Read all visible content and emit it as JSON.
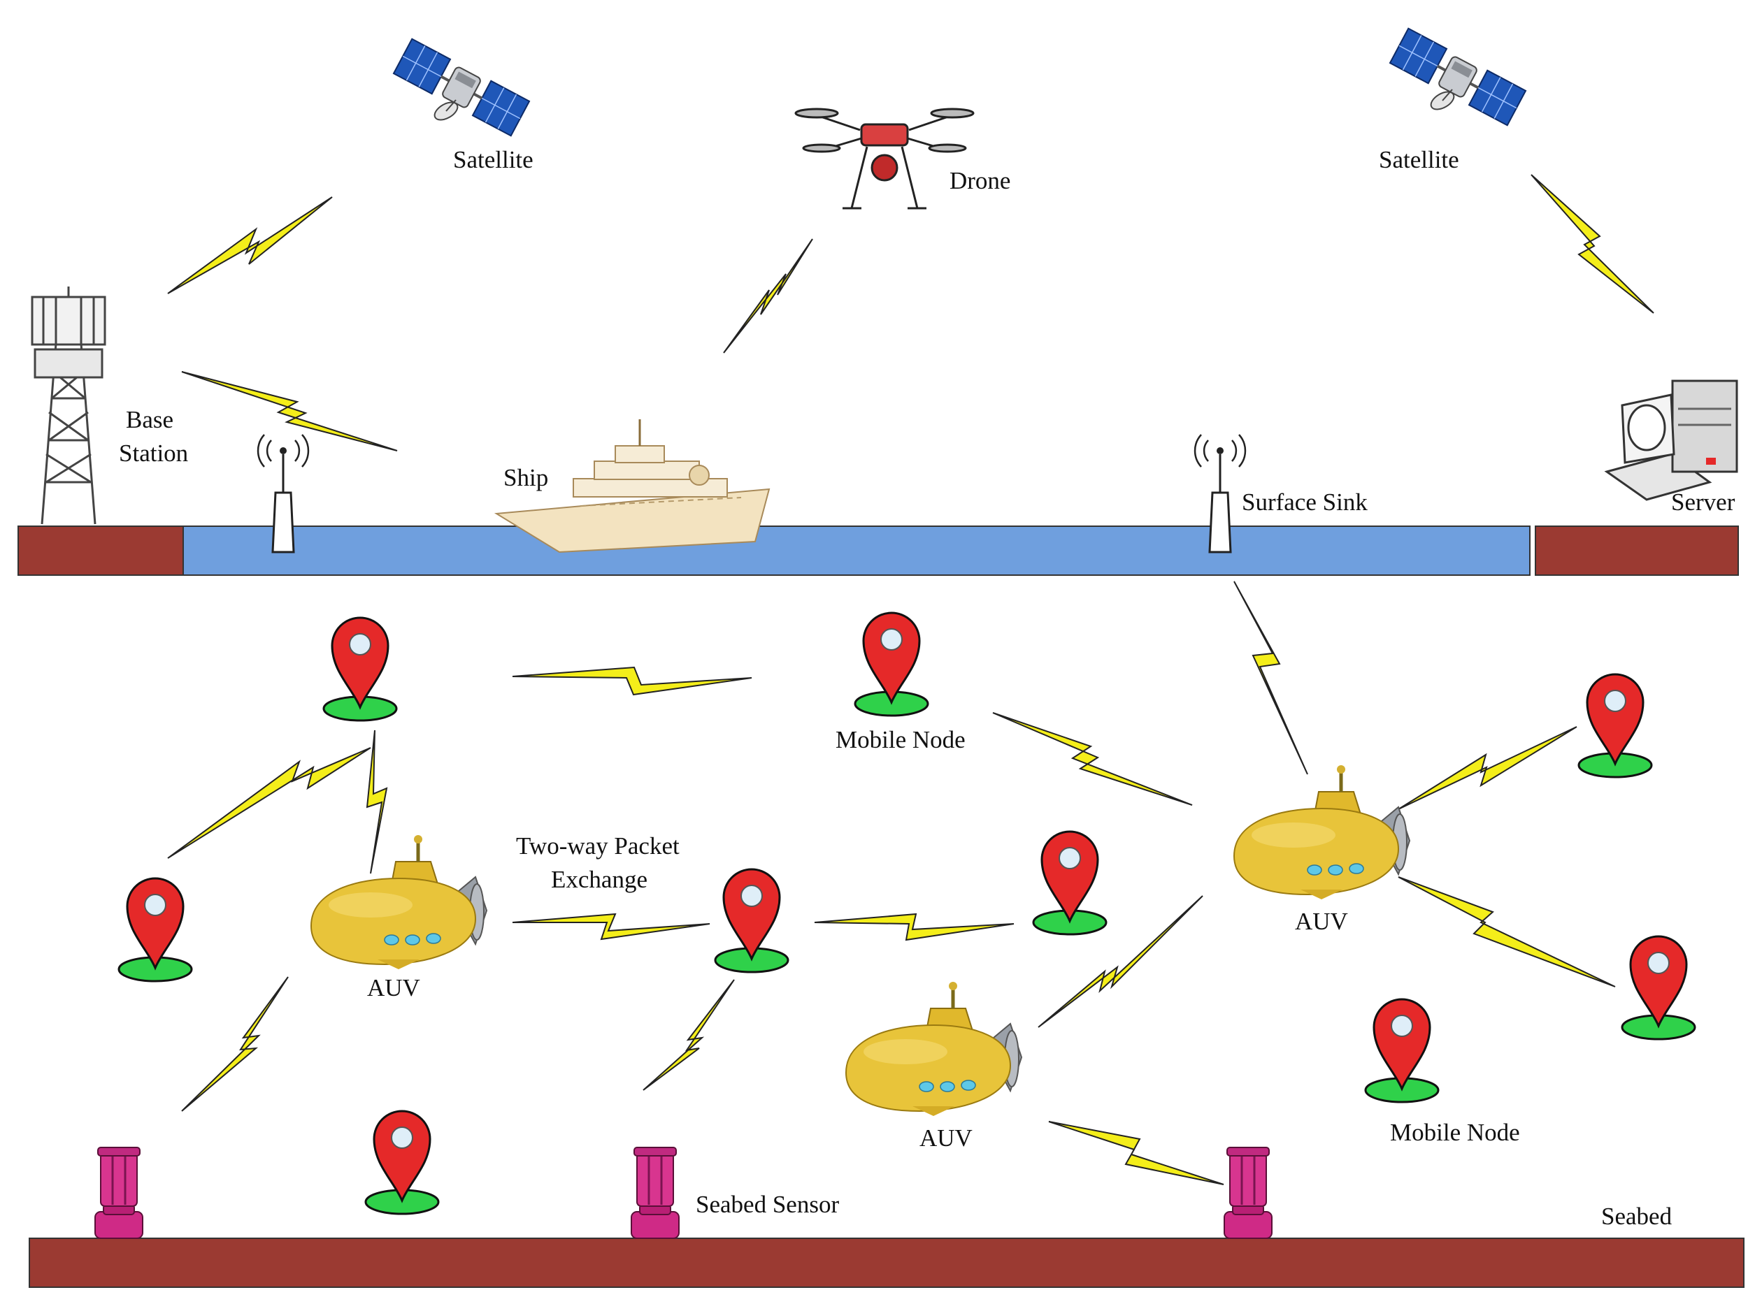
{
  "labels": {
    "satellite_left": "Satellite",
    "satellite_right": "Satellite",
    "drone": "Drone",
    "base_station_line1": "Base",
    "base_station_line2": "Station",
    "ship": "Ship",
    "surface_sink": "Surface Sink",
    "server": "Server",
    "mobile_node_top": "Mobile Node",
    "two_way_line1": "Two-way Packet",
    "two_way_line2": "Exchange",
    "auv_left": "AUV",
    "auv_right": "AUV",
    "auv_bottom": "AUV",
    "mobile_node_bottom": "Mobile Node",
    "seabed_sensor": "Seabed Sensor",
    "seabed": "Seabed"
  },
  "colors": {
    "ground": "#9b3a32",
    "water": "#6f9fde",
    "link": "#f4ee1a",
    "pin": "#e52929",
    "pin_base": "#2fd14a",
    "auv": "#e8c43a",
    "sensor": "#cf2a86"
  },
  "icons": [
    "satellite-icon",
    "drone-icon",
    "cell-tower-icon",
    "ship-icon",
    "surface-sink-buoy-icon",
    "server-icon",
    "location-pin-icon",
    "auv-submarine-icon",
    "seabed-sensor-icon",
    "wireless-link-icon"
  ]
}
